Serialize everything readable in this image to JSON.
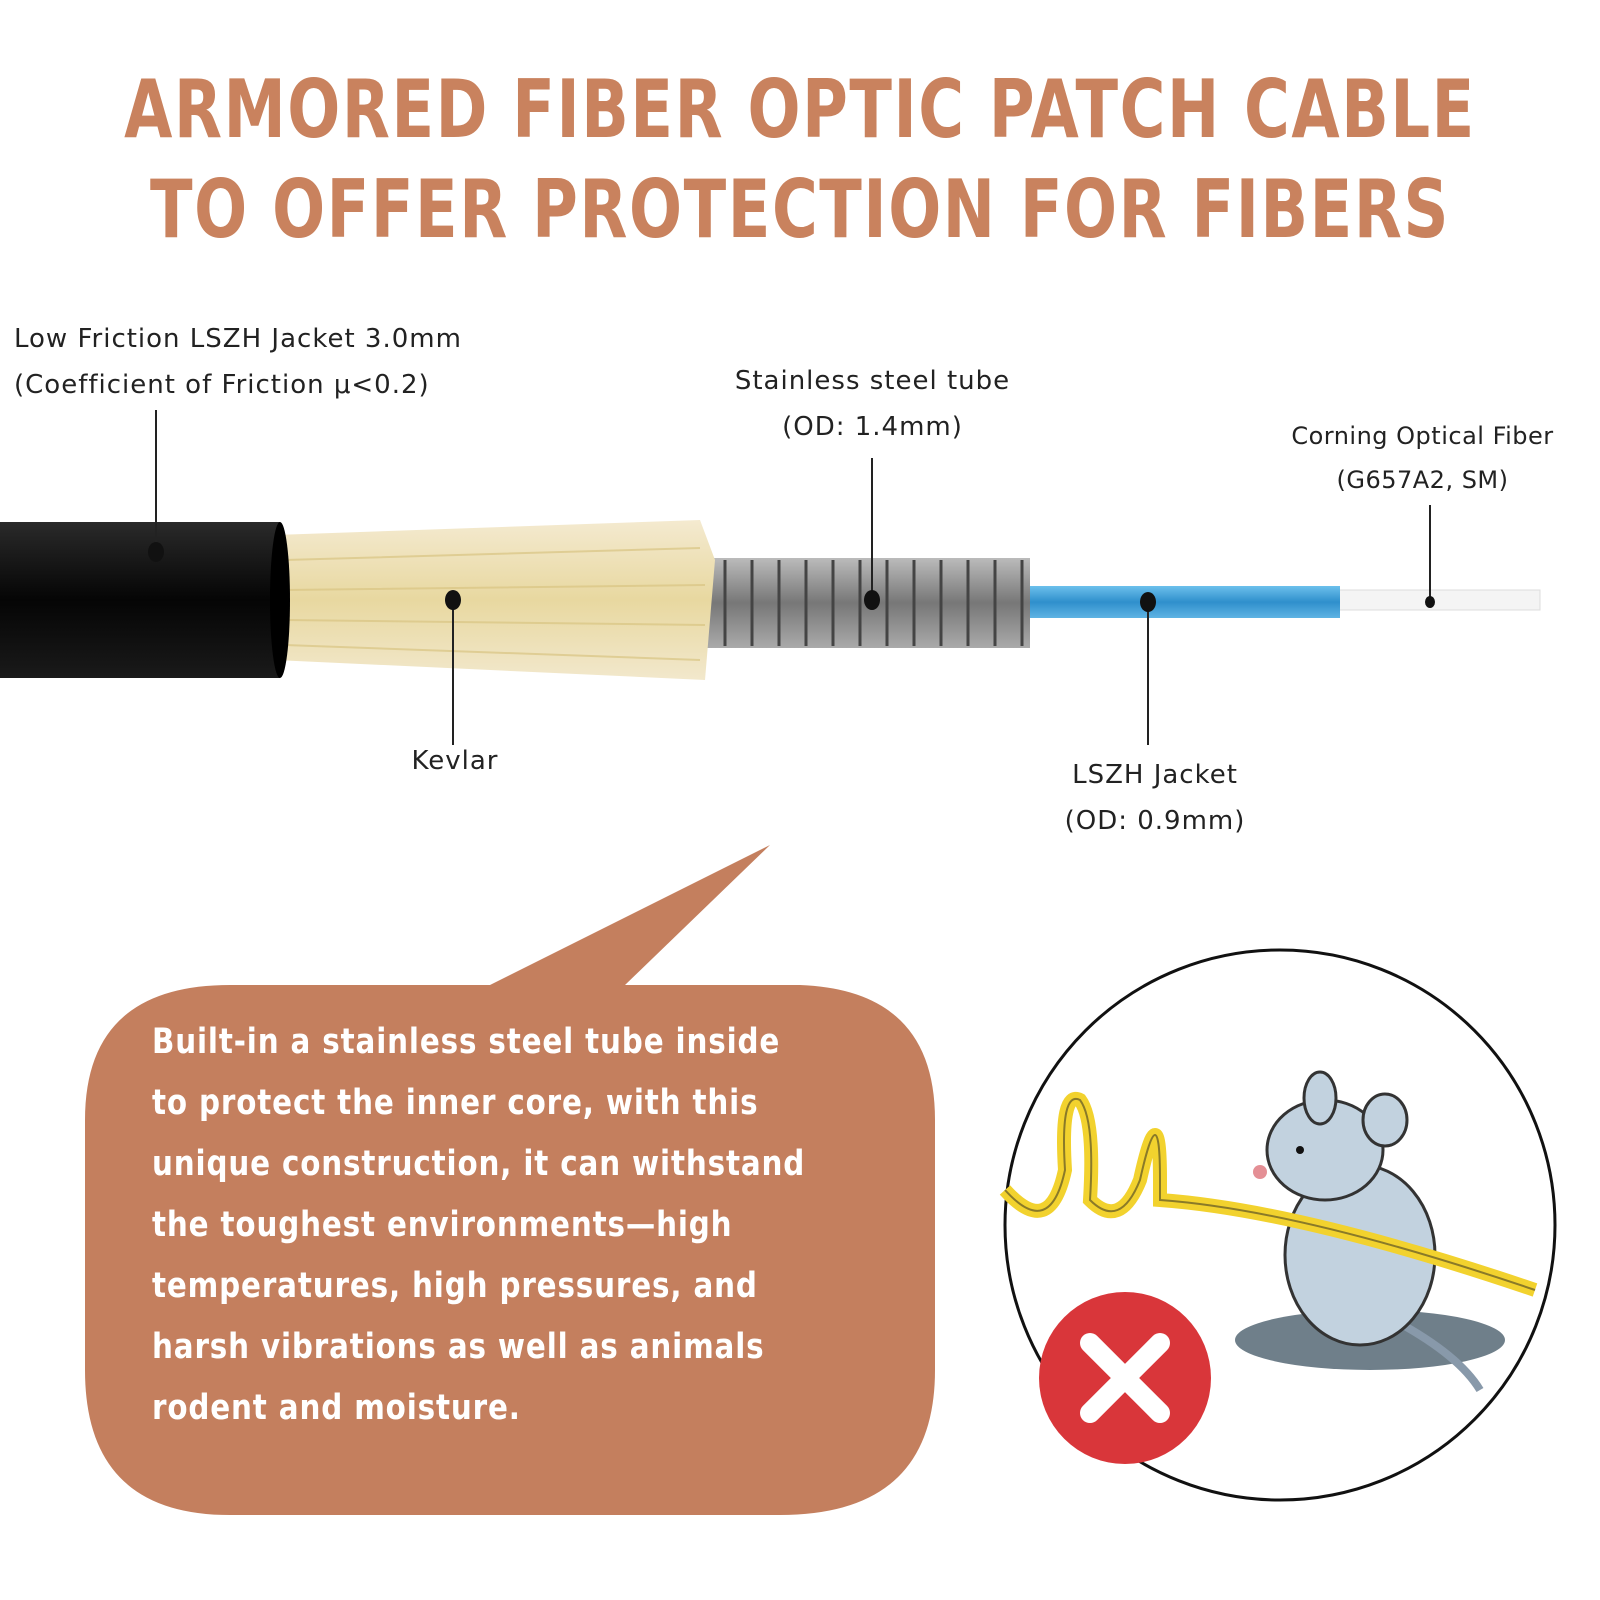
{
  "title": {
    "line1": "ARMORED FIBER OPTIC PATCH CABLE",
    "line2": "TO OFFER PROTECTION FOR FIBERS"
  },
  "labels": {
    "outer_jacket": {
      "line1": "Low Friction LSZH Jacket 3.0mm",
      "line2": "(Coefficient of Friction μ<0.2)"
    },
    "steel_tube": {
      "line1": "Stainless steel tube",
      "line2": "(OD: 1.4mm)"
    },
    "optical_fiber": {
      "line1": "Corning Optical Fiber",
      "line2": "(G657A2, SM)"
    },
    "kevlar": {
      "line1": "Kevlar"
    },
    "inner_jacket": {
      "line1": "LSZH Jacket",
      "line2": "(OD: 0.9mm)"
    }
  },
  "callout": {
    "lines": [
      "Built-in a stainless steel tube inside",
      "to protect the inner core, with this",
      "unique construction, it can withstand",
      "the toughest environments—high",
      "temperatures, high pressures, and",
      "harsh vibrations as well as animals",
      "rodent and moisture."
    ]
  },
  "icons": {
    "prohibited": "x-mark-icon",
    "rodent": "rat-chewing-cable-illustration"
  },
  "colors": {
    "accent": "#c9825e",
    "bubble": "#c47f5e",
    "outer_jacket": "#111111",
    "kevlar": "#efe3b8",
    "inner_jacket": "#3d9fd6",
    "prohibited": "#d9363a"
  }
}
